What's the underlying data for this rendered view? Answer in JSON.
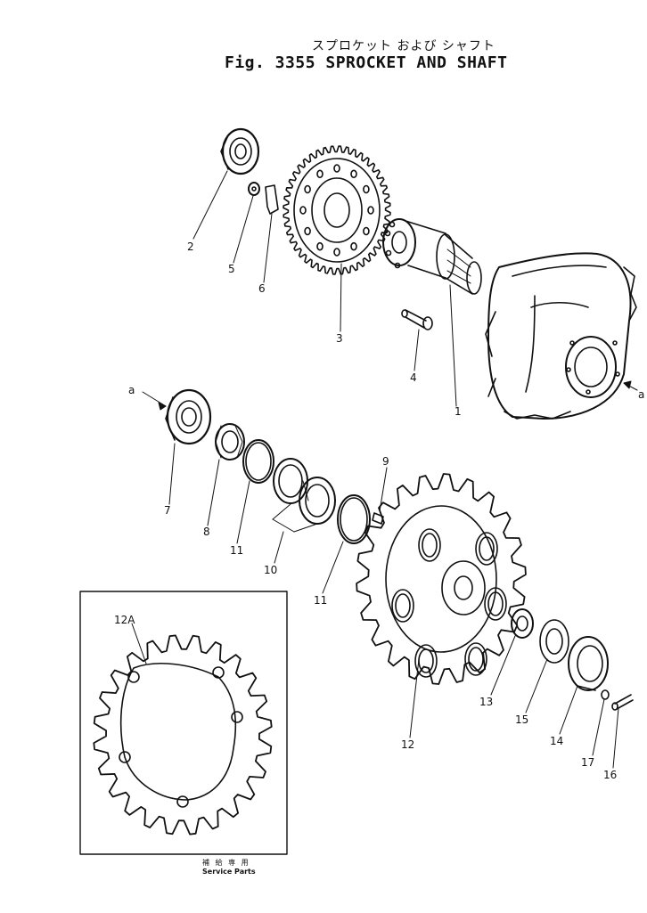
{
  "figure": {
    "title_jp": "スプロケット および シャフト",
    "title_en": "Fig. 3355 SPROCKET AND SHAFT"
  },
  "callouts": {
    "p1": "1",
    "p2": "2",
    "p3": "3",
    "p4": "4",
    "p5": "5",
    "p6": "6",
    "p7": "7",
    "p8": "8",
    "p9": "9",
    "p10": "10",
    "p11a": "11",
    "p11b": "11",
    "p12": "12",
    "p12a": "12A",
    "p13": "13",
    "p14": "14",
    "p15": "15",
    "p16": "16",
    "p17": "17",
    "ref_a_left": "a",
    "ref_a_right": "a"
  },
  "inset": {
    "caption_jp": "補 給 専 用",
    "caption_en": "Service Parts"
  }
}
